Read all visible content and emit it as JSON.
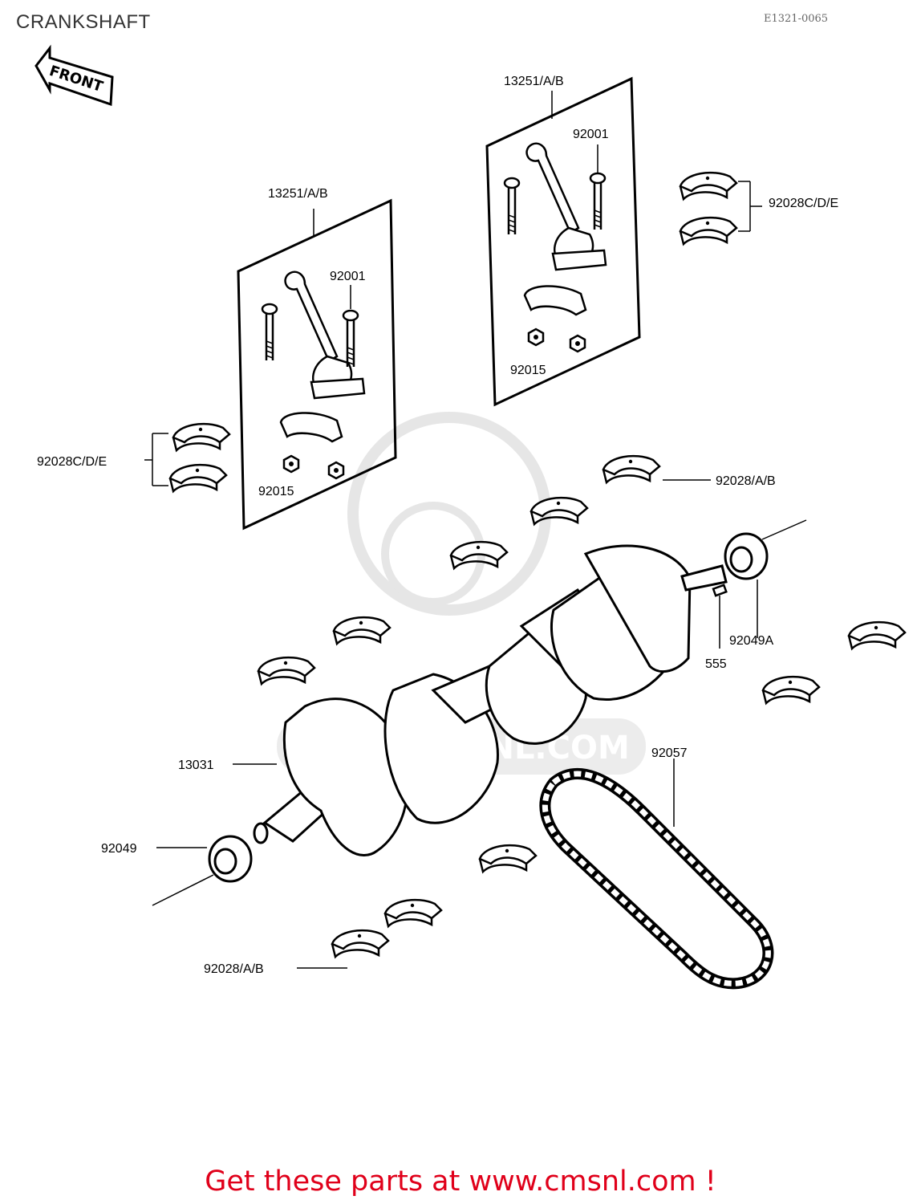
{
  "header": {
    "title": "CRANKSHAFT",
    "ref_code": "E1321-0065"
  },
  "front_arrow": {
    "label": "FRONT"
  },
  "watermark": {
    "text": "WWW.CMSNL.COM"
  },
  "labels": {
    "conrod_set_left": "13251/A/B",
    "conrod_set_right": "13251/A/B",
    "bolt_left": "92001",
    "bolt_right": "92001",
    "nut_left": "92015",
    "nut_right": "92015",
    "bearing_cde_left": "92028C/D/E",
    "bearing_cde_right": "92028C/D/E",
    "bearing_ab_top": "92028/A/B",
    "bearing_ab_bottom": "92028/A/B",
    "oil_seal_right": "92049A",
    "key": "555",
    "crankshaft": "13031",
    "oil_seal_left": "92049",
    "chain": "92057"
  },
  "footer": {
    "text": "Get these parts at www.cmsnl.com !"
  }
}
